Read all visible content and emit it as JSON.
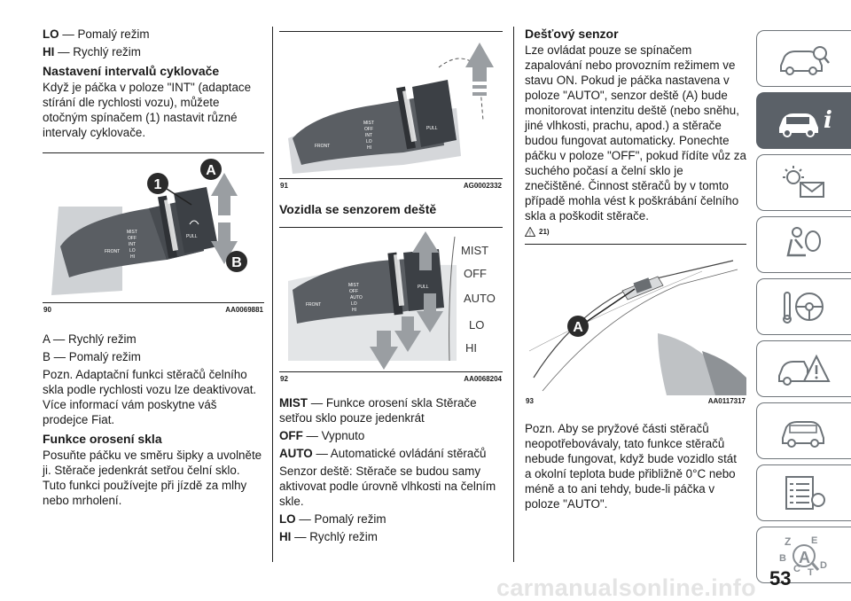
{
  "col1": {
    "lo_term": "LO",
    "lo_desc": "— Pomalý režim",
    "hi_term": "HI",
    "hi_desc": "— Rychlý režim",
    "heading1": "Nastavení intervalů cyklovače",
    "para1": "Když je páčka v poloze \"INT\" (adaptace stírání dle rychlosti vozu), můžete otočným spínačem (1) nastavit různé intervaly cyklovače.",
    "fig90": {
      "number": "90",
      "code": "AA0069881",
      "label_a": "A",
      "label_b": "B",
      "label_1": "1",
      "stalk_text": [
        "MIST",
        "OFF",
        "INT",
        "LO",
        "HI"
      ],
      "front": "FRONT",
      "pull": "PULL"
    },
    "a_line": "A — Rychlý režim",
    "b_line": "B — Pomalý režim",
    "note": "Pozn. Adaptační funkci stěračů čelního skla podle rychlosti vozu lze deaktivovat. Více informací vám poskytne váš prodejce Fiat.",
    "heading2": "Funkce orosení skla",
    "para2": "Posuňte páčku ve směru šipky a uvolněte ji. Stěrače jedenkrát setřou čelní sklo. Tuto funkci používejte při jízdě za mlhy nebo mrholení."
  },
  "col2": {
    "fig91": {
      "number": "91",
      "code": "AG0002332",
      "stalk_text": [
        "MIST",
        "OFF",
        "INT",
        "LO",
        "HI"
      ],
      "front": "FRONT",
      "pull": "PULL"
    },
    "heading": "Vozidla se senzorem deště",
    "fig92": {
      "number": "92",
      "code": "AA0068204",
      "stalk_text": [
        "MIST",
        "OFF",
        "AUTO",
        "LO",
        "HI"
      ],
      "labels": [
        "MIST",
        "OFF",
        "AUTO",
        "LO",
        "HI"
      ],
      "front": "FRONT",
      "pull": "PULL"
    },
    "mist_term": "MIST",
    "mist_desc": "— Funkce orosení skla Stěrače setřou sklo pouze jedenkrát",
    "off_term": "OFF",
    "off_desc": "— Vypnuto",
    "auto_term": "AUTO",
    "auto_desc": "— Automatické ovládání stěračů",
    "sensor_text": "Senzor deště: Stěrače se budou samy aktivovat podle úrovně vlhkosti na čelním skle.",
    "lo_term": "LO",
    "lo_desc": "— Pomalý režim",
    "hi_term": "HI",
    "hi_desc": "— Rychlý režim"
  },
  "col3": {
    "heading": "Dešťový senzor",
    "para": "Lze ovládat pouze se spínačem zapalování nebo provozním režimem ve stavu ON. Pokud je páčka nastavena v poloze \"AUTO\", senzor deště (A) bude monitorovat intenzitu deště (nebo sněhu, jiné vlhkosti, prachu, apod.) a stěrače budou fungovat automaticky. Ponechte páčku v poloze \"OFF\", pokud řídíte vůz za suchého počasí a čelní sklo je znečištěné. Činnost stěračů by v tomto případě mohla vést k poškrábání čelního skla a poškodit stěrače.",
    "ref": "21)",
    "fig93": {
      "number": "93",
      "code": "AA0117317",
      "label_a": "A"
    },
    "note": "Pozn. Aby se pryžové části stěračů neopotřebovávaly, tato funkce stěračů nebude fungovat, když bude vozidlo stát a okolní teplota bude přibližně 0°C nebo méně a to ani tehdy, bude-li páčka v poloze \"AUTO\"."
  },
  "sidebar": {
    "tabs": [
      "car-search-icon",
      "car-info-icon",
      "warning-lights-icon",
      "airbag-seat-icon",
      "steering-wrench-icon",
      "car-hazard-icon",
      "car-side-icon",
      "specs-list-icon",
      "alphabet-index-icon"
    ],
    "active_index": 1,
    "info_letter": "i",
    "index_letters": [
      "Z",
      "E",
      "B",
      "C",
      "A",
      "T",
      "D"
    ]
  },
  "page_number": "53",
  "watermark": "carmanualsonline.info",
  "colors": {
    "tab_active": "#5b6168",
    "tab_border": "#6e7479",
    "label_dark": "#333333",
    "watermark": "#e4e4e4"
  }
}
